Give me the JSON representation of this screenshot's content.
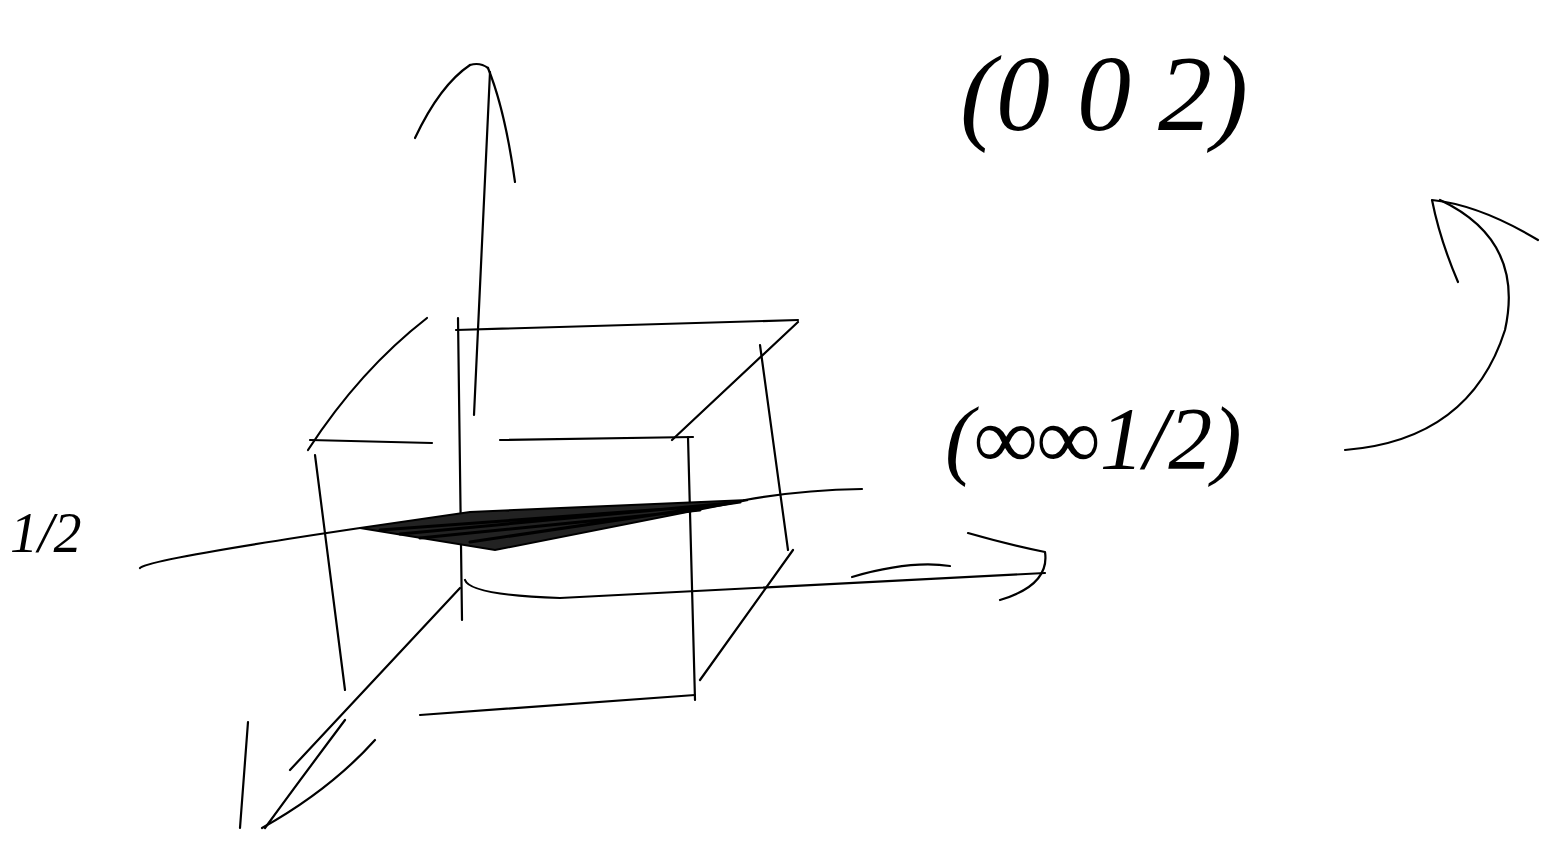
{
  "diagram": {
    "labels": [
      "(0 0 2)",
      "(∞∞1/2)",
      "1/2"
    ]
  }
}
